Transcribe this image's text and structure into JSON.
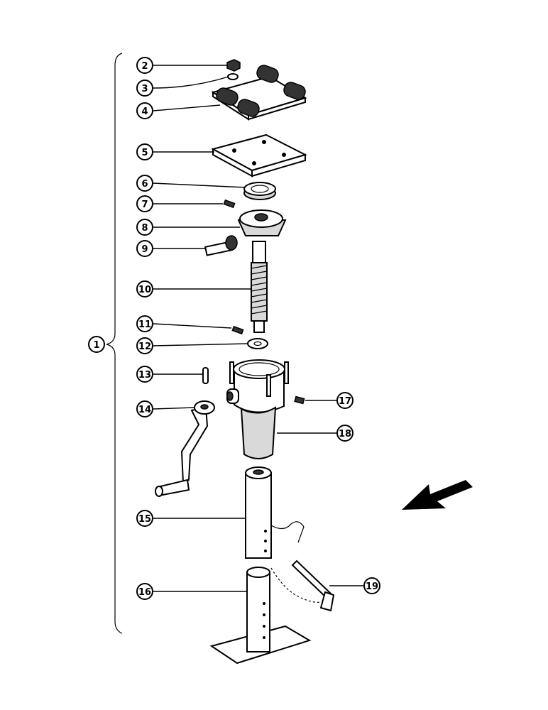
{
  "diagram": {
    "type": "exploded-parts-view",
    "callouts": [
      {
        "id": "c1",
        "label": "1"
      },
      {
        "id": "c2",
        "label": "2"
      },
      {
        "id": "c3",
        "label": "3"
      },
      {
        "id": "c4",
        "label": "4"
      },
      {
        "id": "c5",
        "label": "5"
      },
      {
        "id": "c6",
        "label": "6"
      },
      {
        "id": "c7",
        "label": "7"
      },
      {
        "id": "c8",
        "label": "8"
      },
      {
        "id": "c9",
        "label": "9"
      },
      {
        "id": "c10",
        "label": "10"
      },
      {
        "id": "c11",
        "label": "11"
      },
      {
        "id": "c12",
        "label": "12"
      },
      {
        "id": "c13",
        "label": "13"
      },
      {
        "id": "c14",
        "label": "14"
      },
      {
        "id": "c15",
        "label": "15"
      },
      {
        "id": "c16",
        "label": "16"
      },
      {
        "id": "c17",
        "label": "17"
      },
      {
        "id": "c18",
        "label": "18"
      },
      {
        "id": "c19",
        "label": "19"
      }
    ],
    "direction_arrow": "arrow-icon"
  }
}
